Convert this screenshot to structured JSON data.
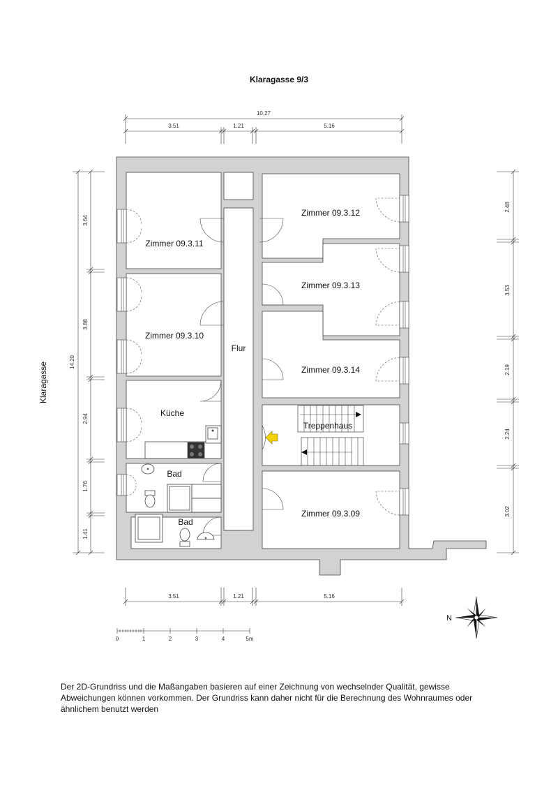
{
  "title": "Klaragasse 9/3",
  "street_label": "Klaragasse",
  "rooms": {
    "zimmer_11": "Zimmer 09.3.11",
    "zimmer_10": "Zimmer 09.3.10",
    "kueche": "Küche",
    "bad_1": "Bad",
    "bad_2": "Bad",
    "flur": "Flur",
    "zimmer_12": "Zimmer 09.3.12",
    "zimmer_13": "Zimmer 09.3.13",
    "zimmer_14": "Zimmer 09.3.14",
    "treppenhaus": "Treppenhaus",
    "zimmer_09": "Zimmer 09.3.09"
  },
  "dimensions": {
    "total_width": "10.27",
    "top": [
      "3.51",
      "1.21",
      "5.16"
    ],
    "bottom": [
      "3.51",
      "1.21",
      "5.16"
    ],
    "left_total": "14.20",
    "left": [
      "3.64",
      "3.88",
      "2.94",
      "1.76",
      "1.41"
    ],
    "right": [
      "2.48",
      "3.53",
      "2.19",
      "2.24",
      "3.02"
    ]
  },
  "scale": {
    "labels": [
      "0",
      "1",
      "2",
      "3",
      "4",
      "5m"
    ]
  },
  "compass": {
    "north_label": "N"
  },
  "disclaimer": "Der 2D-Grundriss und die Maßangaben basieren auf einer Zeichnung von wechselnder Qualität, gewisse Abweichungen können vorkommen. Der Grundriss kann daher nicht für die Berechnung des Wohnraumes oder ähnlichem benutzt werden",
  "colors": {
    "wall": "#d2d2d2",
    "entrance_arrow": "#f2d20a"
  }
}
